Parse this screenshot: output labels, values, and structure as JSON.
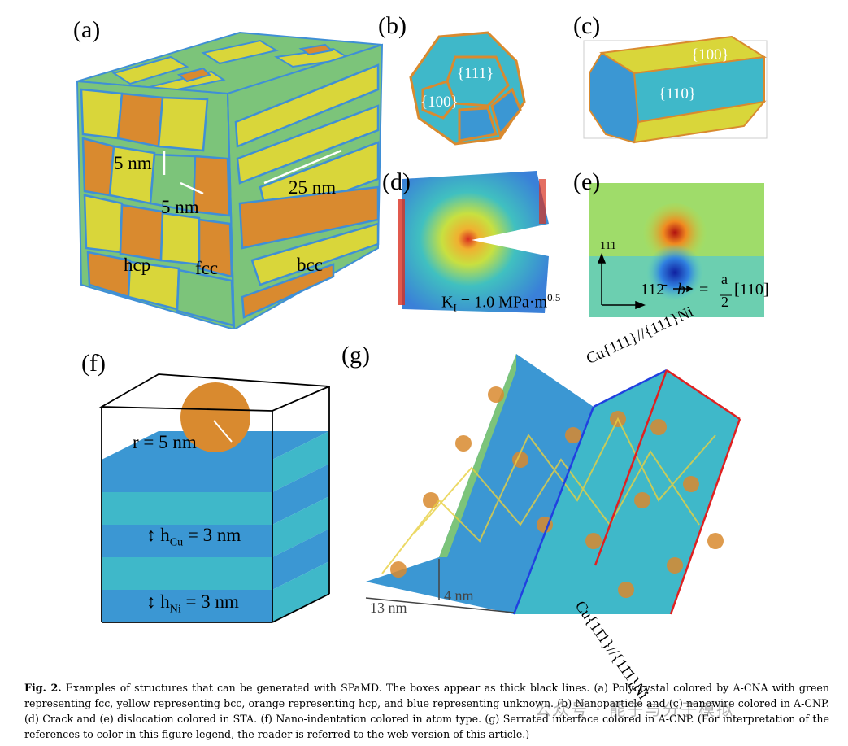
{
  "panels": {
    "a": {
      "label": "(a)",
      "annotations": [
        "5 nm",
        "5 nm",
        "25 nm",
        "hcp",
        "fcc",
        "bcc"
      ]
    },
    "b": {
      "label": "(b)",
      "annotations": [
        "{111}",
        "{100}"
      ]
    },
    "c": {
      "label": "(c)",
      "annotations": [
        "{100}",
        "{110}"
      ]
    },
    "d": {
      "label": "(d)",
      "annotation_prefix": "K",
      "annotation_sub": "I",
      "annotation_main": " = 1.0 MPa·m",
      "annotation_sup": "0.5"
    },
    "e": {
      "label": "(e)",
      "axis_vertical": "111",
      "axis_horizontal": "112̄",
      "burgers": "b",
      "equals": "=",
      "frac_num": "a",
      "frac_den": "2",
      "burgers_vec": "[110]"
    },
    "f": {
      "label": "(f)",
      "radius": "r = 5 nm",
      "h_cu_prefix": "h",
      "h_cu_sub": "Cu",
      "h_cu_value": " = 3 nm",
      "h_ni_prefix": "h",
      "h_ni_sub": "Ni",
      "h_ni_value": " = 3 nm"
    },
    "g": {
      "label": "(g)",
      "top_interface": "Cu{111}//{111}Ni",
      "bottom_interface": "Cu{11̄1}//{11̄1}Ni",
      "depth": "4 nm",
      "width": "13 nm"
    }
  },
  "caption": {
    "fig": "Fig. 2.",
    "text": " Examples of structures that can be generated with SPaMD. The boxes appear as thick black lines. (a) Polycrystal colored by A-CNA with green representing fcc, yellow representing bcc, orange representing hcp, and blue representing unknown. (b) Nanoparticle and (c) nanowire colored in A-CNP. (d) Crack and (e) dislocation colored in STA. (f) Nano-indentation colored in atom type. (g) Serrated interface colored in A-CNP. (For interpretation of the references to color in this figure legend, the reader is referred to the web version of this article.)"
  },
  "watermark": "公众号 · 能子与分子模拟",
  "colors": {
    "fcc": "#7cc47a",
    "bcc": "#d9d63a",
    "hcp": "#d98a2f",
    "unknown": "#3f8fd6",
    "cyan": "#3fb8c9",
    "blue": "#3b97d3"
  }
}
